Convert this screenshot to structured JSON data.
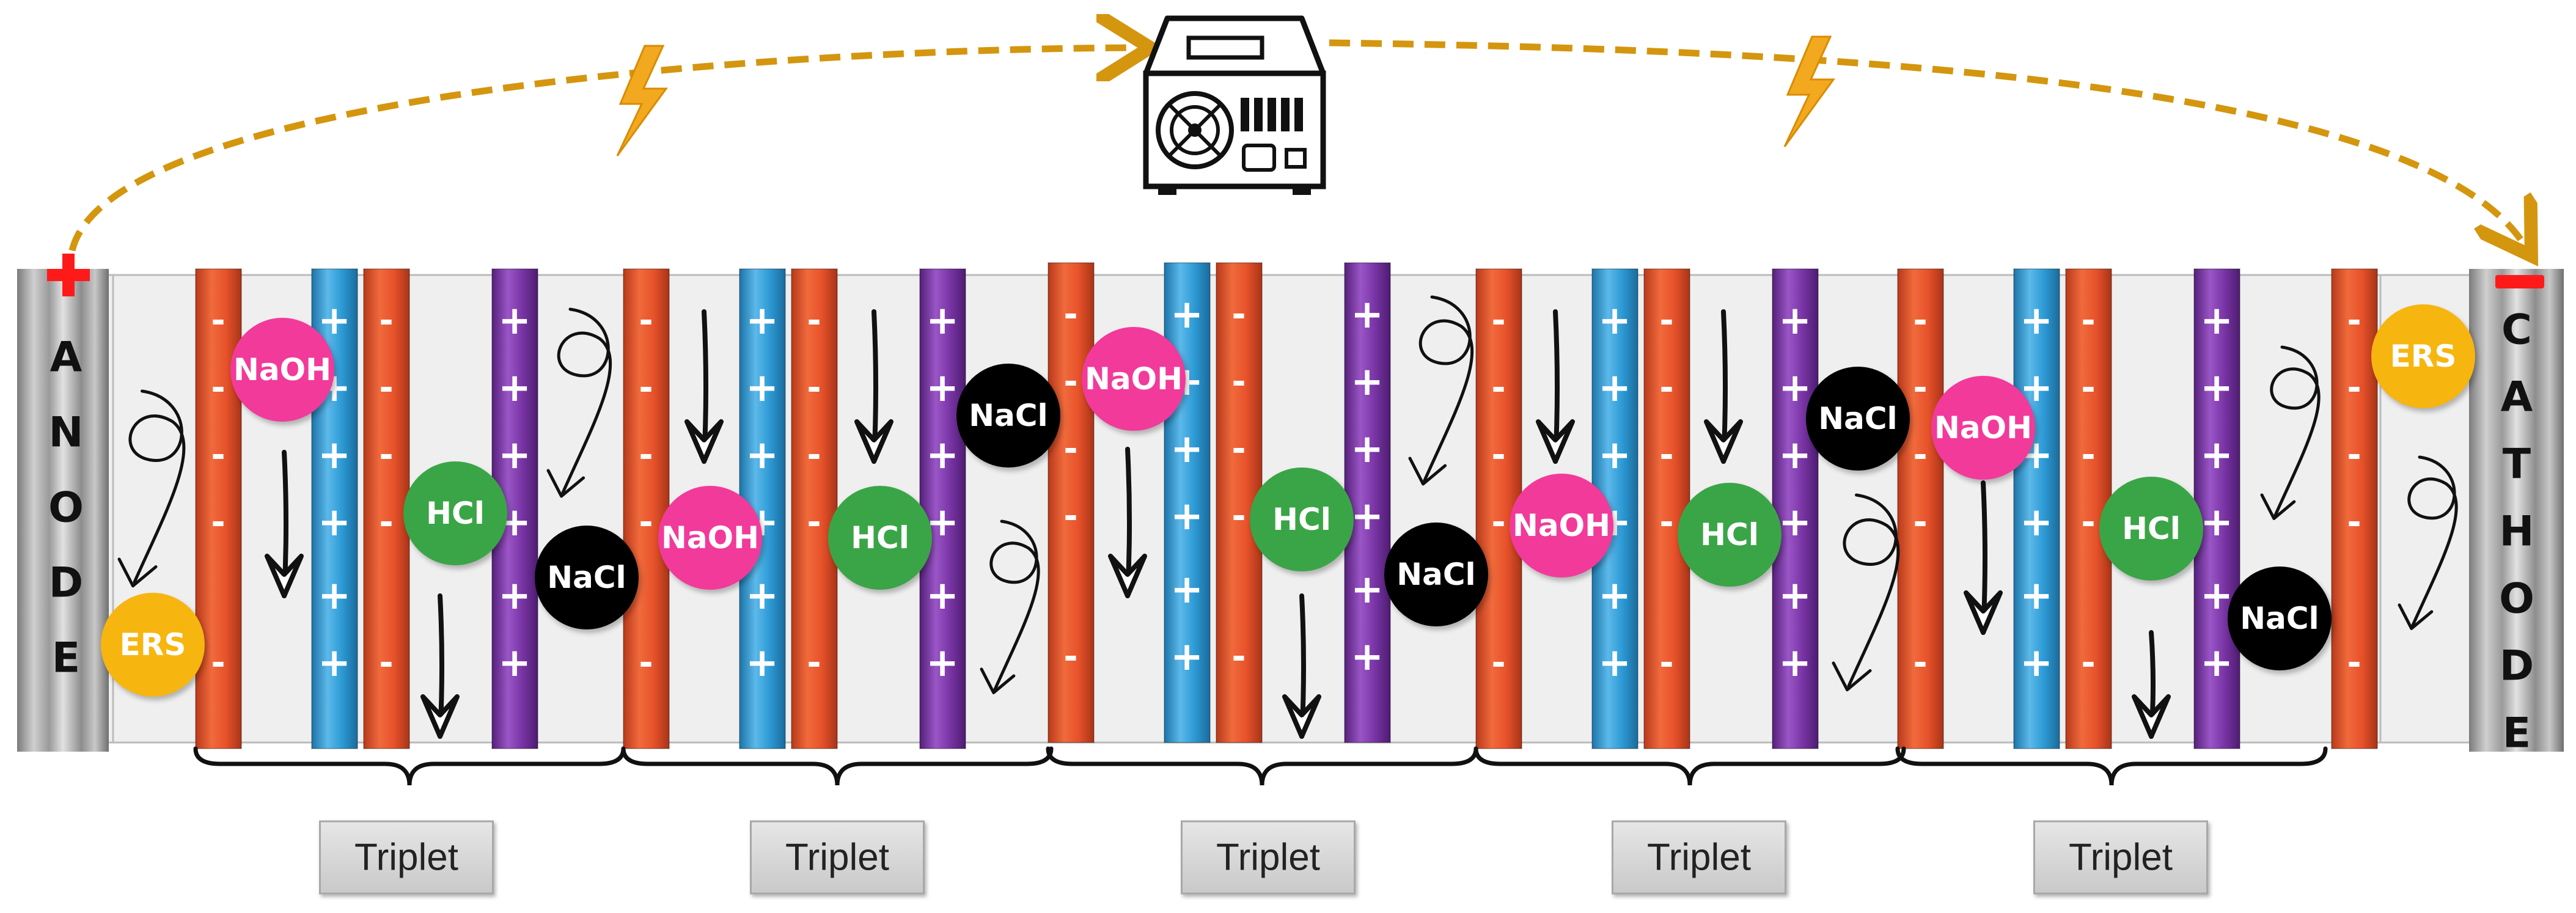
{
  "anode": {
    "label": "ANODE",
    "letters": [
      "A",
      "N",
      "O",
      "D",
      "E"
    ],
    "sign": "+"
  },
  "cathode": {
    "label": "CATHODE",
    "letters": [
      "C",
      "A",
      "T",
      "H",
      "O",
      "D",
      "E"
    ],
    "sign": "−"
  },
  "colors": {
    "cem": "#e8532b",
    "aem": "#2e9bd6",
    "bpm": "#7a35a6",
    "wire": "#d4960e",
    "bolt": "#f2a81f",
    "naoh": "#f23a9b",
    "hcl": "#3aa546",
    "nacl": "#000000",
    "ers": "#f7b50f",
    "channel": "#efefef"
  },
  "species": {
    "naoh": "NaOH",
    "hcl": "HCl",
    "nacl": "NaCl",
    "ers": "ERS"
  },
  "triplet_label": "Triplet",
  "triplets": [
    {
      "label": "Triplet"
    },
    {
      "label": "Triplet"
    },
    {
      "label": "Triplet"
    },
    {
      "label": "Triplet"
    },
    {
      "label": "Triplet"
    }
  ],
  "membrane_signs": {
    "cem": "-",
    "aem": "+",
    "bpm": "+"
  },
  "icons": [
    "power-supply-icon",
    "lightning-bolt-icon",
    "flow-arrow-icon",
    "mixing-swirl-icon",
    "curly-brace-icon"
  ]
}
